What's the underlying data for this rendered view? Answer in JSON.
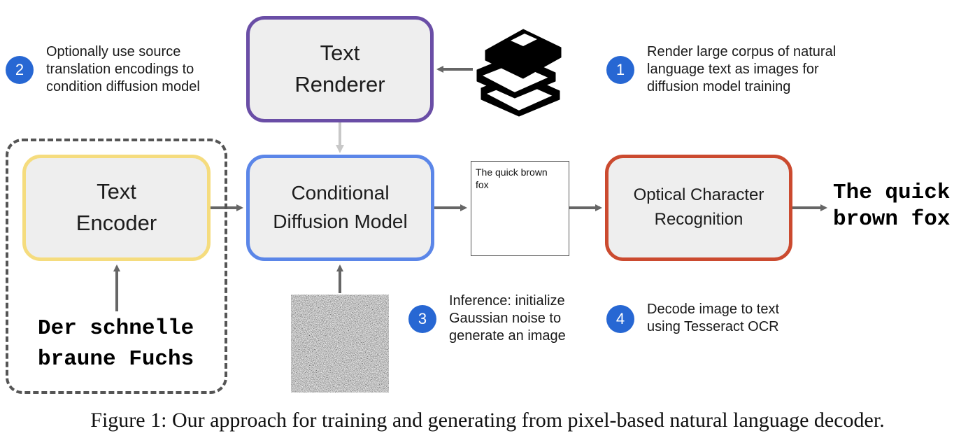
{
  "boxes": {
    "text_renderer": [
      "Text",
      "Renderer"
    ],
    "text_encoder": [
      "Text",
      "Encoder"
    ],
    "diffusion_model": [
      "Conditional",
      "Diffusion Model"
    ],
    "ocr": [
      "Optical Character",
      "Recognition"
    ]
  },
  "steps": [
    {
      "number": "1",
      "lines": [
        "Render large corpus of natural",
        "language text as images for",
        "diffusion model training"
      ]
    },
    {
      "number": "2",
      "lines": [
        "Optionally use source",
        "translation encodings to",
        "condition diffusion model"
      ]
    },
    {
      "number": "3",
      "lines": [
        "Inference: initialize",
        "Gaussian noise to",
        "generate an image"
      ]
    },
    {
      "number": "4",
      "lines": [
        "Decode image to text",
        "using Tesseract OCR"
      ]
    }
  ],
  "source_text": [
    "Der schnelle",
    "braune Fuchs"
  ],
  "generated_image_text": [
    "The quick brown",
    "fox"
  ],
  "output_text": [
    "The quick",
    "brown fox"
  ],
  "caption": "Figure 1: Our approach for training and generating from pixel-based natural language decoder.",
  "colors": {
    "badge": "#2767d3",
    "text_renderer_border": "#6a4ea6",
    "text_encoder_border": "#f5dc7e",
    "diffusion_border": "#5b86e8",
    "ocr_border": "#cb4a2f",
    "arrow": "#666666",
    "arrow_light": "#c8c8c8"
  },
  "icons": {
    "books": "books-icon",
    "noise": "gaussian-noise-image"
  }
}
